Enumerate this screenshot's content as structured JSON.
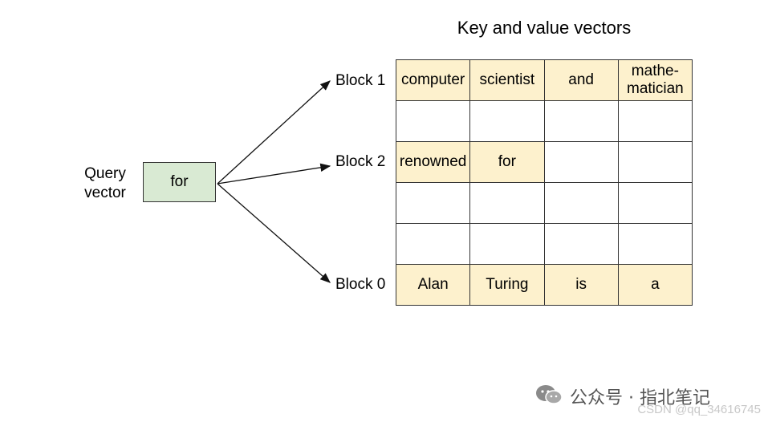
{
  "title": "Key and value vectors",
  "query": {
    "label": "Query\nvector",
    "token": "for"
  },
  "blocks": [
    {
      "label": "Block 1",
      "row": 0
    },
    {
      "label": "Block 2",
      "row": 2
    },
    {
      "label": "Block 0",
      "row": 5
    }
  ],
  "grid": {
    "rows": [
      [
        "computer",
        "scientist",
        "and",
        "mathe-\nmatician"
      ],
      [
        "",
        "",
        "",
        ""
      ],
      [
        "renowned",
        "for",
        "",
        ""
      ],
      [
        "",
        "",
        "",
        ""
      ],
      [
        "",
        "",
        "",
        ""
      ],
      [
        "Alan",
        "Turing",
        "is",
        "a"
      ]
    ],
    "filled": [
      [
        true,
        true,
        true,
        true
      ],
      [
        false,
        false,
        false,
        false
      ],
      [
        true,
        true,
        false,
        false
      ],
      [
        false,
        false,
        false,
        false
      ],
      [
        false,
        false,
        false,
        false
      ],
      [
        true,
        true,
        true,
        true
      ]
    ]
  },
  "colors": {
    "query_fill": "#d9ead3",
    "token_fill": "#fdf1cd",
    "border": "#333333"
  },
  "watermark": {
    "wechat": "公众号 · 指北笔记",
    "csdn": "CSDN @qq_34616745"
  }
}
